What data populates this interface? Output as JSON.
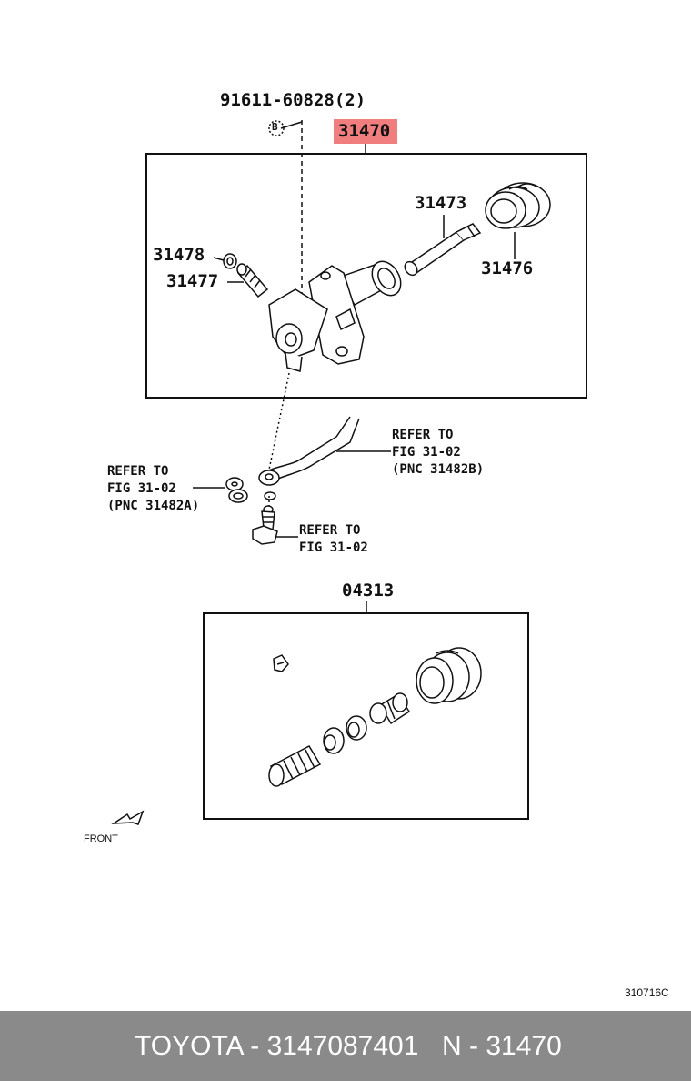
{
  "parts": {
    "bolt": "91611-60828(2)",
    "bolt_marker": "B",
    "assembly_highlighted": "31470",
    "p31473": "31473",
    "p31476": "31476",
    "p31478": "31478",
    "p31477": "31477",
    "kit": "04313"
  },
  "refs": {
    "right": [
      "REFER TO",
      "FIG 31-02",
      "(PNC 31482B)"
    ],
    "left": [
      "REFER TO",
      "FIG 31-02",
      "(PNC 31482A)"
    ],
    "bottom": [
      "REFER TO",
      "FIG 31-02"
    ]
  },
  "front_label": "FRONT",
  "diagram_code": "310716C",
  "footer": {
    "left": "TOYOTA - 3147087401",
    "right": "N - 31470"
  },
  "colors": {
    "highlight": "#f07e7e",
    "footer_bg": "#8a8a8a",
    "line": "#111111"
  }
}
